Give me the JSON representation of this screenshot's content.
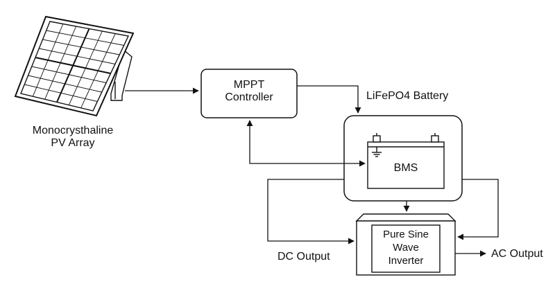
{
  "labels": {
    "pv_array_line1": "Monocrysthaline",
    "pv_array_line2": "PV Array",
    "mppt_line1": "MPPT",
    "mppt_line2": "Controller",
    "battery": "LiFePO4 Battery",
    "bms": "BMS",
    "inverter_line1": "Pure Sine",
    "inverter_line2": "Wave",
    "inverter_line3": "Inverter",
    "dc_output": "DC Output",
    "ac_output": "AC Output"
  },
  "colors": {
    "stroke": "#111111",
    "background": "#ffffff"
  }
}
